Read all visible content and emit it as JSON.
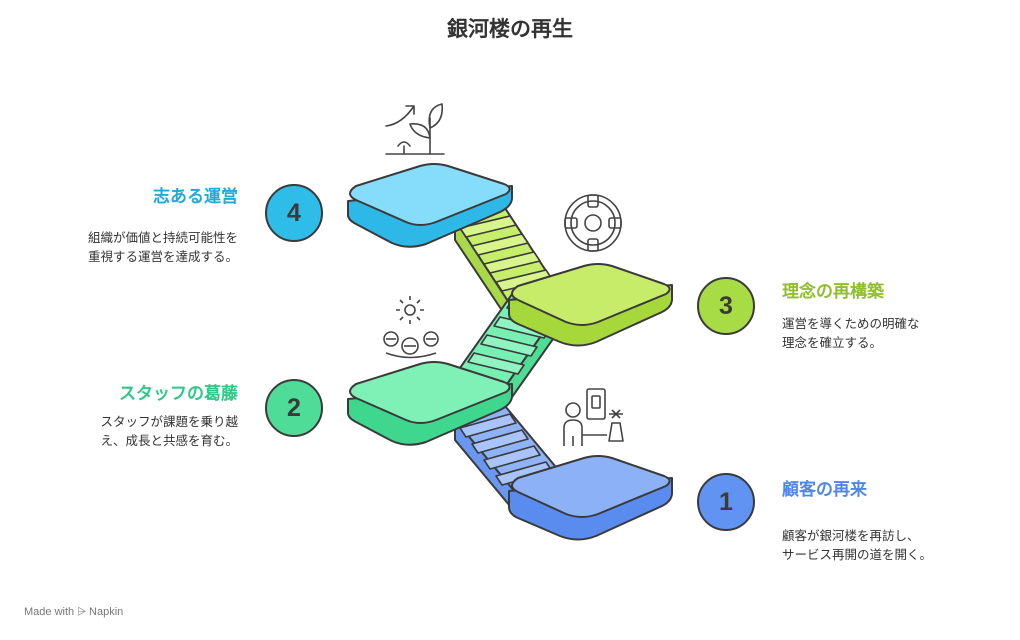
{
  "title": "銀河楼の再生",
  "steps": [
    {
      "number": "1",
      "title": "顧客の再来",
      "desc_line1": "顧客が銀河楼を再訪し、",
      "desc_line2": "サービス再開の道を開く。",
      "color": "#5b8ef2",
      "icon": "customer-visit-icon"
    },
    {
      "number": "2",
      "title": "スタッフの葛藤",
      "desc_line1": "スタッフが課題を乗り越",
      "desc_line2": "え、成長と共感を育む。",
      "color": "#3fd38e",
      "icon": "staff-struggle-icon"
    },
    {
      "number": "3",
      "title": "理念の再構築",
      "desc_line1": "運営を導くための明確な",
      "desc_line2": "理念を確立する。",
      "color": "#8fc030",
      "icon": "target-icon"
    },
    {
      "number": "4",
      "title": "志ある運営",
      "desc_line1": "組織が価値と持続可能性を",
      "desc_line2": "重視する運営を達成する。",
      "color": "#1aaee0",
      "icon": "growth-plant-icon"
    }
  ],
  "watermark": "Made with ⩥ Napkin"
}
